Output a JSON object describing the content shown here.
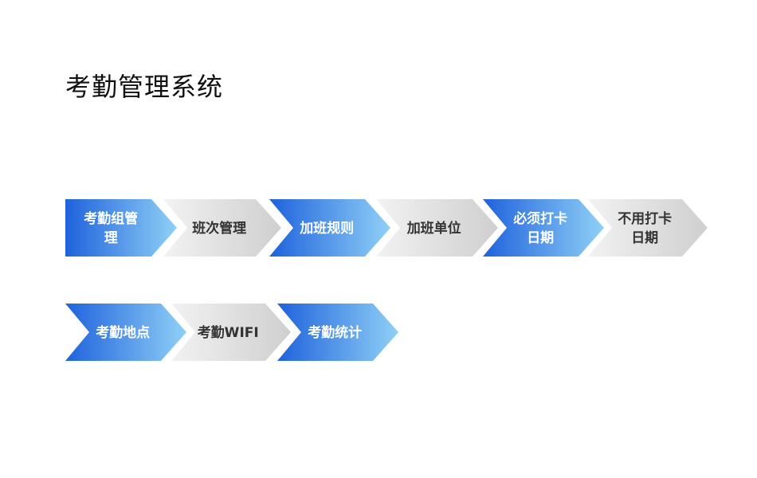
{
  "page": {
    "title": "考勤管理系统"
  },
  "colors": {
    "blue_start": "#1f62dc",
    "blue_end": "#8fd0f6",
    "gray_start": "#f2f2f2",
    "gray_end": "#cfcfcf",
    "label_on_blue": "#ffffff",
    "label_on_gray": "#333333"
  },
  "flow": {
    "rows": [
      [
        {
          "id": "s1",
          "lines": [
            "考勤组管",
            "理"
          ],
          "style": "blue",
          "first": true
        },
        {
          "id": "s2",
          "lines": [
            "班次管理"
          ],
          "style": "gray"
        },
        {
          "id": "s3",
          "lines": [
            "加班规则"
          ],
          "style": "blue"
        },
        {
          "id": "s4",
          "lines": [
            "加班单位"
          ],
          "style": "gray"
        },
        {
          "id": "s5",
          "lines": [
            "必须打卡",
            "日期"
          ],
          "style": "blue"
        },
        {
          "id": "s6",
          "lines": [
            "不用打卡",
            "日期"
          ],
          "style": "gray"
        }
      ],
      [
        {
          "id": "s7",
          "lines": [
            "考勤地点"
          ],
          "style": "blue"
        },
        {
          "id": "s8",
          "lines": [
            "考勤WIFI"
          ],
          "style": "gray"
        },
        {
          "id": "s9",
          "lines": [
            "考勤统计"
          ],
          "style": "blue"
        }
      ]
    ]
  }
}
